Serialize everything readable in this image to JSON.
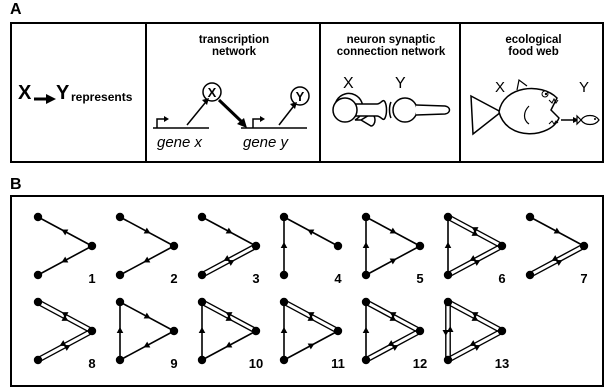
{
  "panel_a": {
    "letter": "A",
    "represents": {
      "x": "X",
      "y": "Y",
      "text": "represents"
    },
    "transcription": {
      "title_line1": "transcription",
      "title_line2": "network",
      "node_x": "X",
      "node_y": "Y",
      "gene_x": "gene x",
      "gene_y": "gene y"
    },
    "neuron": {
      "title_line1": "neuron synaptic",
      "title_line2": "connection network",
      "label_x": "X",
      "label_y": "Y"
    },
    "food_web": {
      "title_line1": "ecological",
      "title_line2": "food web",
      "label_x": "X",
      "label_y": "Y"
    }
  },
  "panel_b": {
    "letter": "B",
    "motifs": [
      {
        "number": "1"
      },
      {
        "number": "2"
      },
      {
        "number": "3"
      },
      {
        "number": "4"
      },
      {
        "number": "5"
      },
      {
        "number": "6"
      },
      {
        "number": "7"
      },
      {
        "number": "8"
      },
      {
        "number": "9"
      },
      {
        "number": "10"
      },
      {
        "number": "11"
      },
      {
        "number": "12"
      },
      {
        "number": "13"
      }
    ]
  }
}
